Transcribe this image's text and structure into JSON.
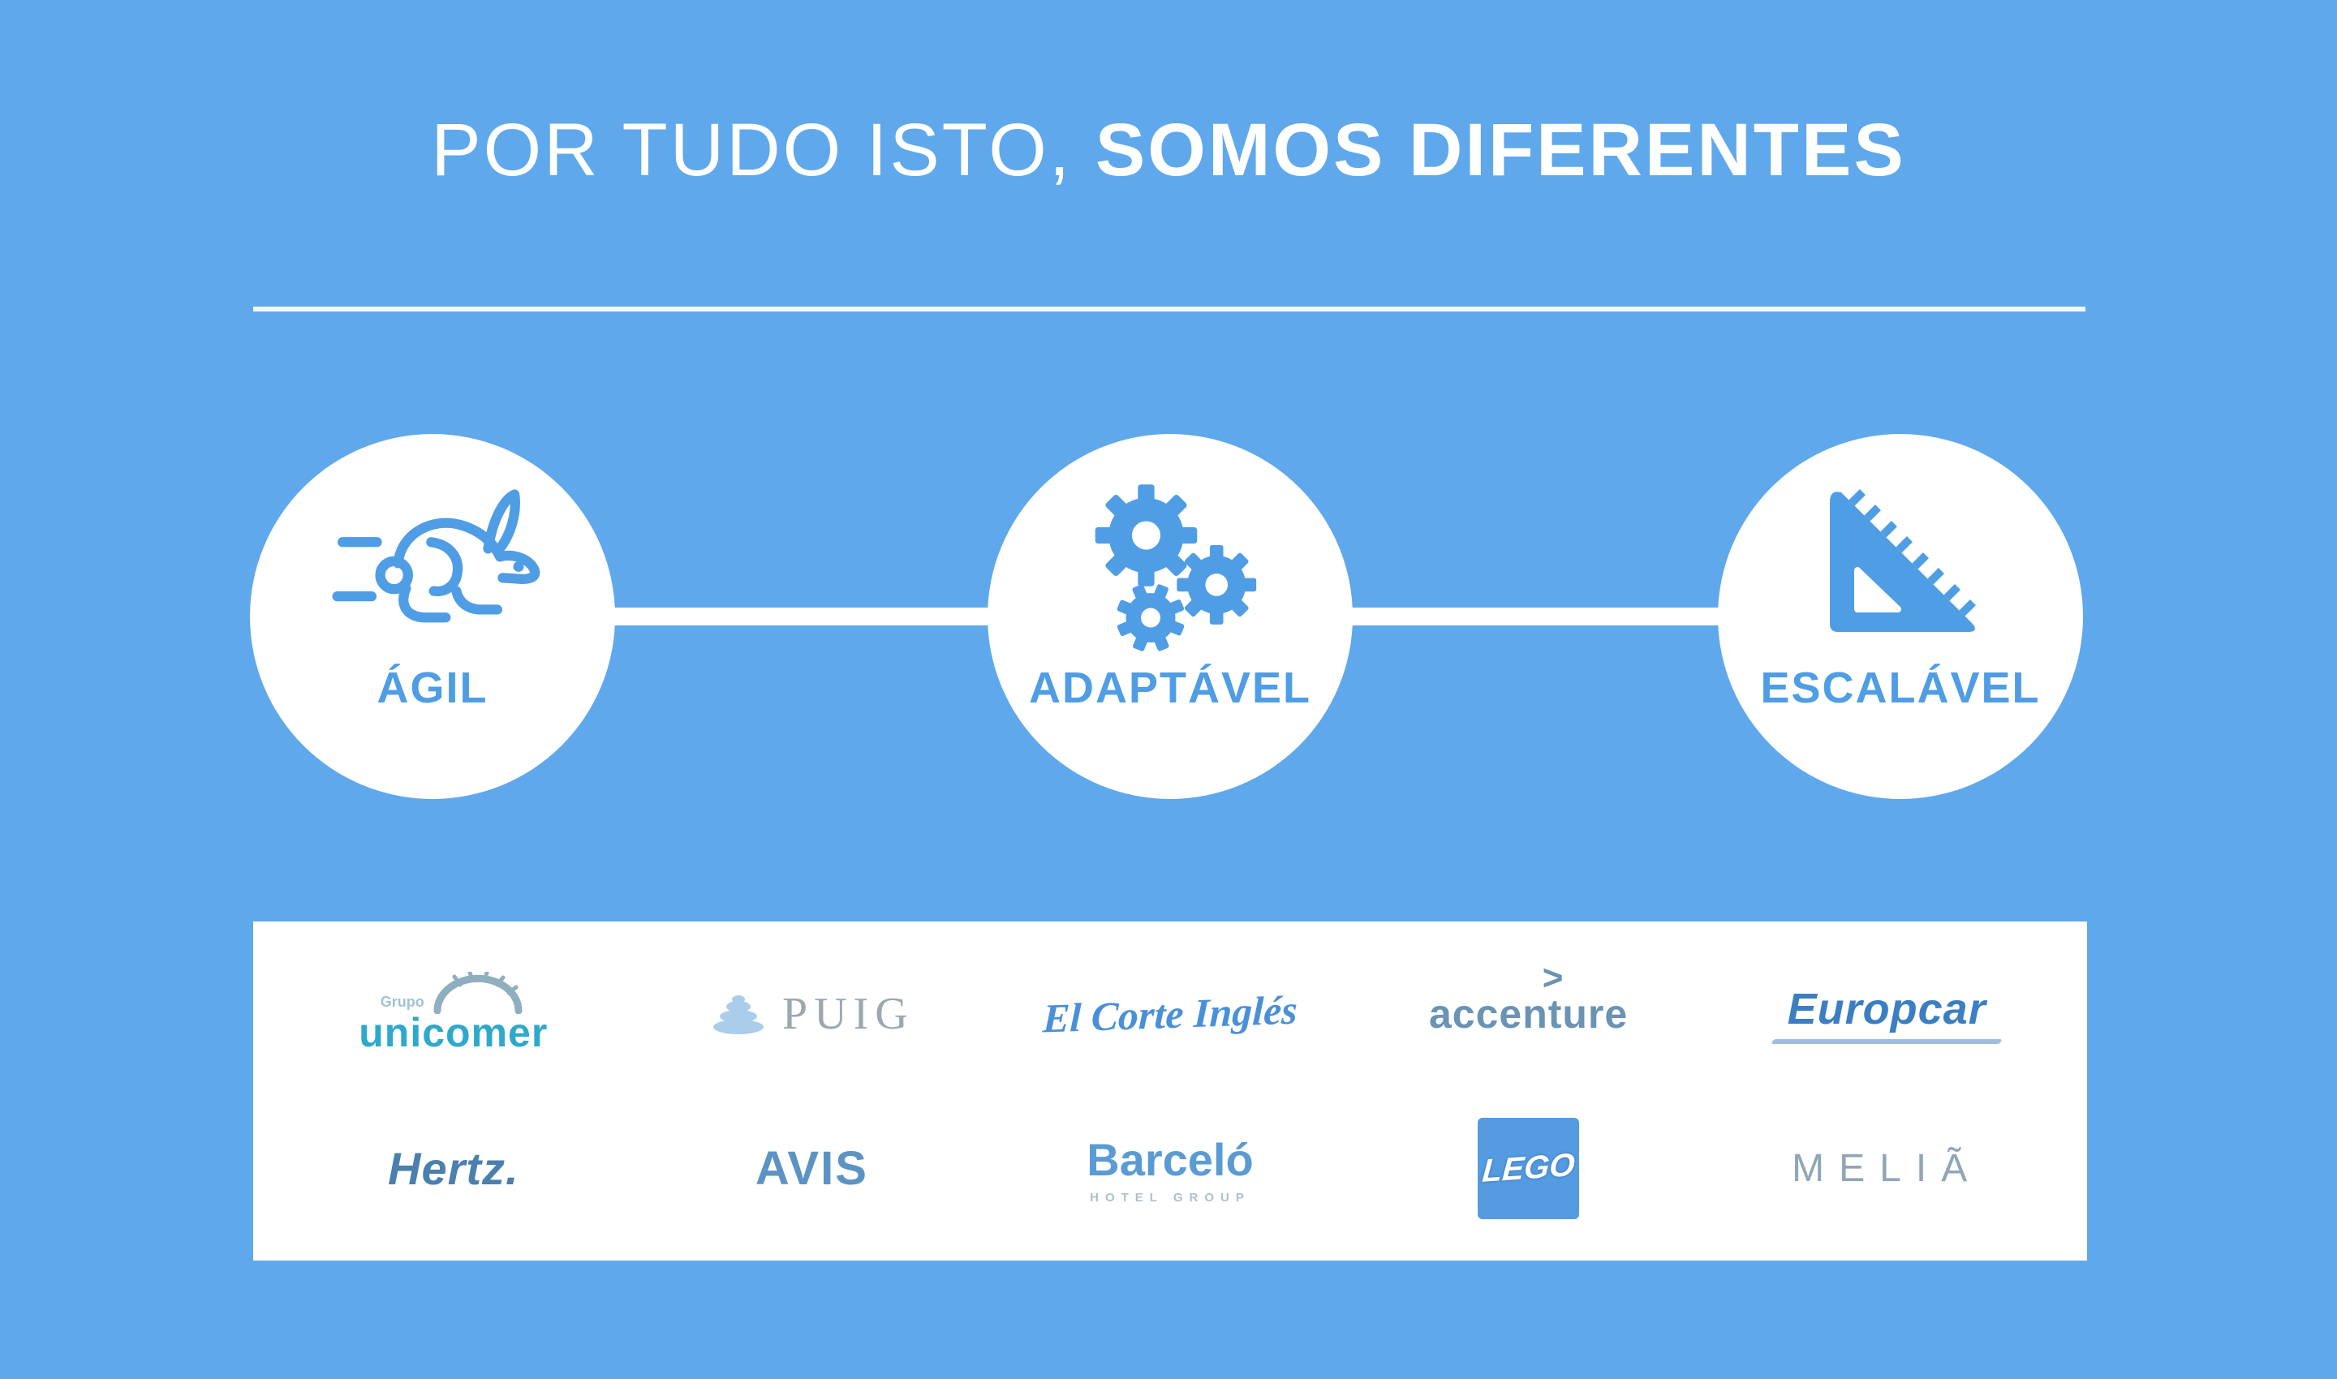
{
  "title": {
    "light": "POR TUDO ISTO, ",
    "bold": "SOMOS DIFERENTES"
  },
  "features": [
    {
      "label": "ÁGIL",
      "icon": "rabbit-icon"
    },
    {
      "label": "ADAPTÁVEL",
      "icon": "gears-icon"
    },
    {
      "label": "ESCALÁVEL",
      "icon": "set-square-icon"
    }
  ],
  "clients": {
    "unicomer": {
      "group": "Grupo",
      "name": "unicomer"
    },
    "puig": {
      "name": "PUIG"
    },
    "corteingles": {
      "name": "El Corte Inglés"
    },
    "accenture": {
      "name": "accenture",
      "chevron": ">"
    },
    "europcar": {
      "name": "Europcar"
    },
    "hertz": {
      "name": "Hertz."
    },
    "avis": {
      "name": "AVIS"
    },
    "barcelo": {
      "name": "Barceló",
      "sub": "HOTEL GROUP"
    },
    "lego": {
      "name": "LEGO"
    },
    "melia": {
      "name": "MELIÃ"
    }
  },
  "colors": {
    "background": "#5FA8EC",
    "accent": "#4F9DE5",
    "title": "#FFFFFF",
    "panel": "#FFFFFF",
    "unicomer": "#2EA9CB",
    "unicomer_grupo": "#9FC4D4",
    "unicomer_arch": "#8FAEBE",
    "puig_text": "#9CA8B0",
    "puig_icon": "#A9CDEA",
    "corteingles": "#4A90D9",
    "accenture": "#6A93B4",
    "europcar": "#3B7EC2",
    "hertz": "#4B7FAE",
    "avis": "#5B94C4",
    "barcelo": "#5B9BD4",
    "barcelo_sub": "#AFBFCE",
    "lego_bg": "#549BE1",
    "melia": "#8FA6B8"
  }
}
